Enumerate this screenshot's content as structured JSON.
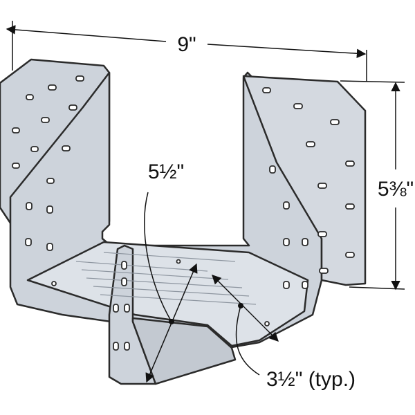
{
  "dimensions": {
    "width_label": "9\"",
    "height_label": "5⅜\"",
    "seat_depth_label": "5½\"",
    "seat_width_label": "3½\" (typ.)"
  },
  "colors": {
    "metal_face": "#cdd3db",
    "metal_light": "#dde2e8",
    "metal_shadow": "#b4bcc6",
    "outline": "#2b2b2b",
    "dim_line": "#111111"
  },
  "icons": [
    "nail-hole-icon"
  ]
}
